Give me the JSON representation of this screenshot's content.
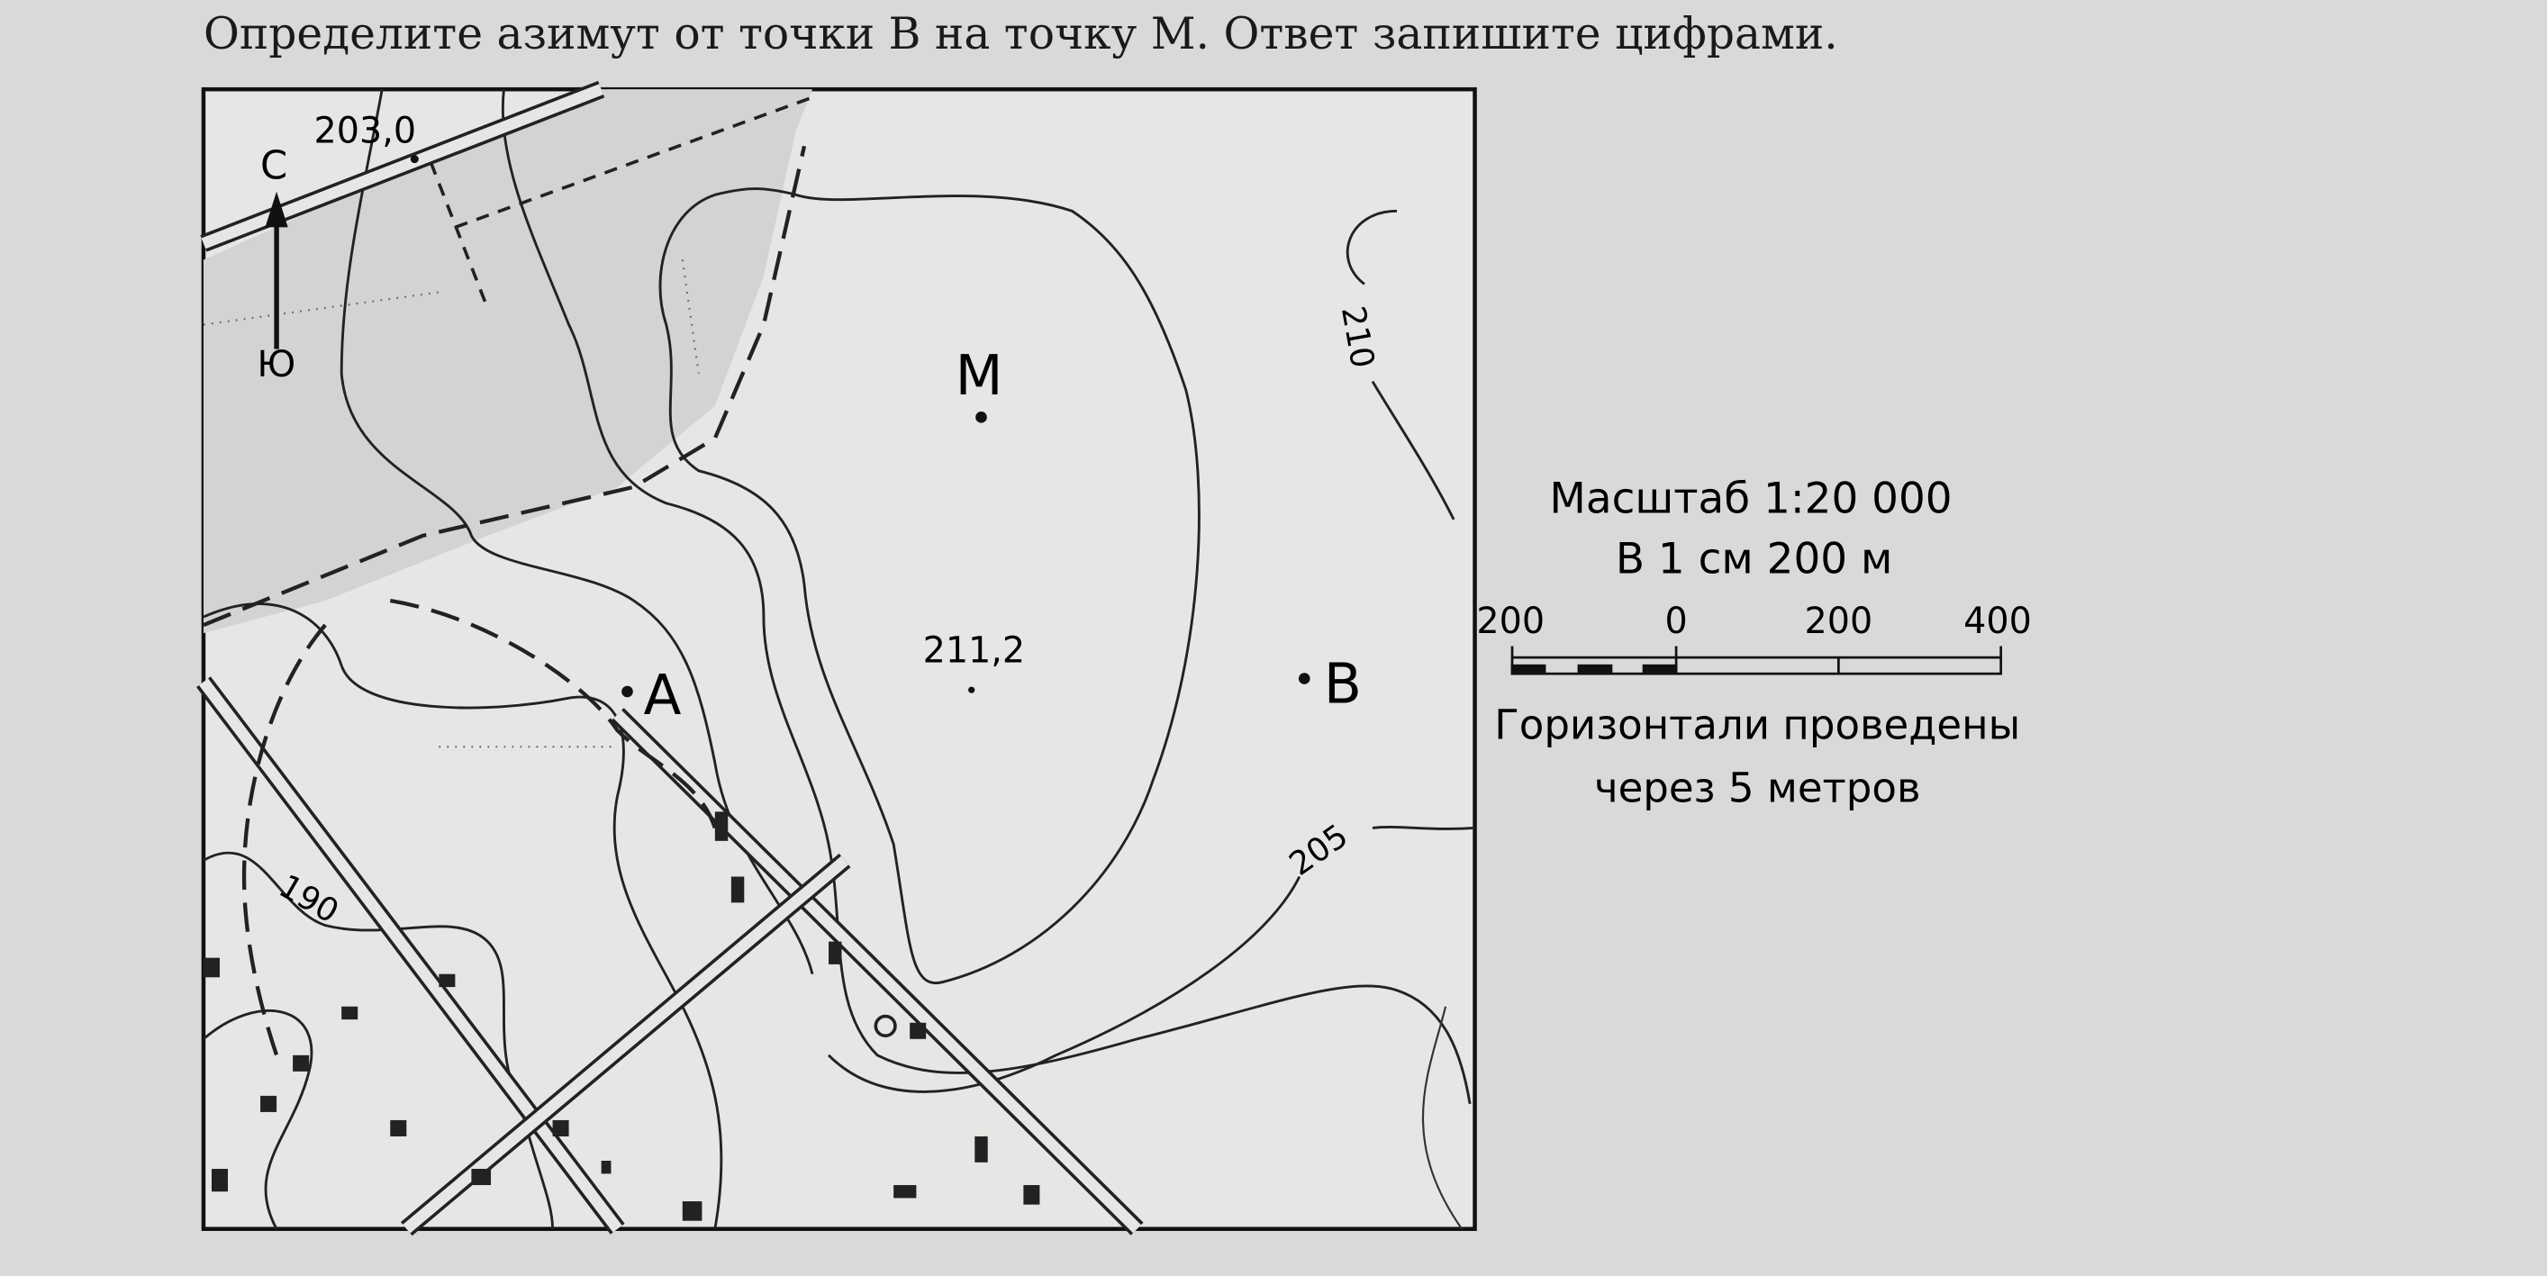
{
  "question": "Определите азимут от точки В на точку М. Ответ запишите цифрами.",
  "map": {
    "north_label": "С",
    "south_label": "Ю",
    "spot_height_top": "203,0",
    "spot_height_center": "211,2",
    "point_m": "М",
    "point_a": "А",
    "point_b": "В",
    "contour_210": "210",
    "contour_205": "205",
    "contour_190": "190"
  },
  "legend": {
    "scale_title": "Масштаб 1:20 000",
    "scale_text": "В 1 см 200 м",
    "scale_ticks": [
      "200",
      "0",
      "200",
      "400"
    ],
    "contour_note_line1": "Горизонтали проведены",
    "contour_note_line2": "через 5 метров"
  },
  "colors": {
    "paper": "#d9d9d7",
    "map_bg": "#e6e6e4",
    "ink": "#222222",
    "shade": "#cfcfcd"
  }
}
